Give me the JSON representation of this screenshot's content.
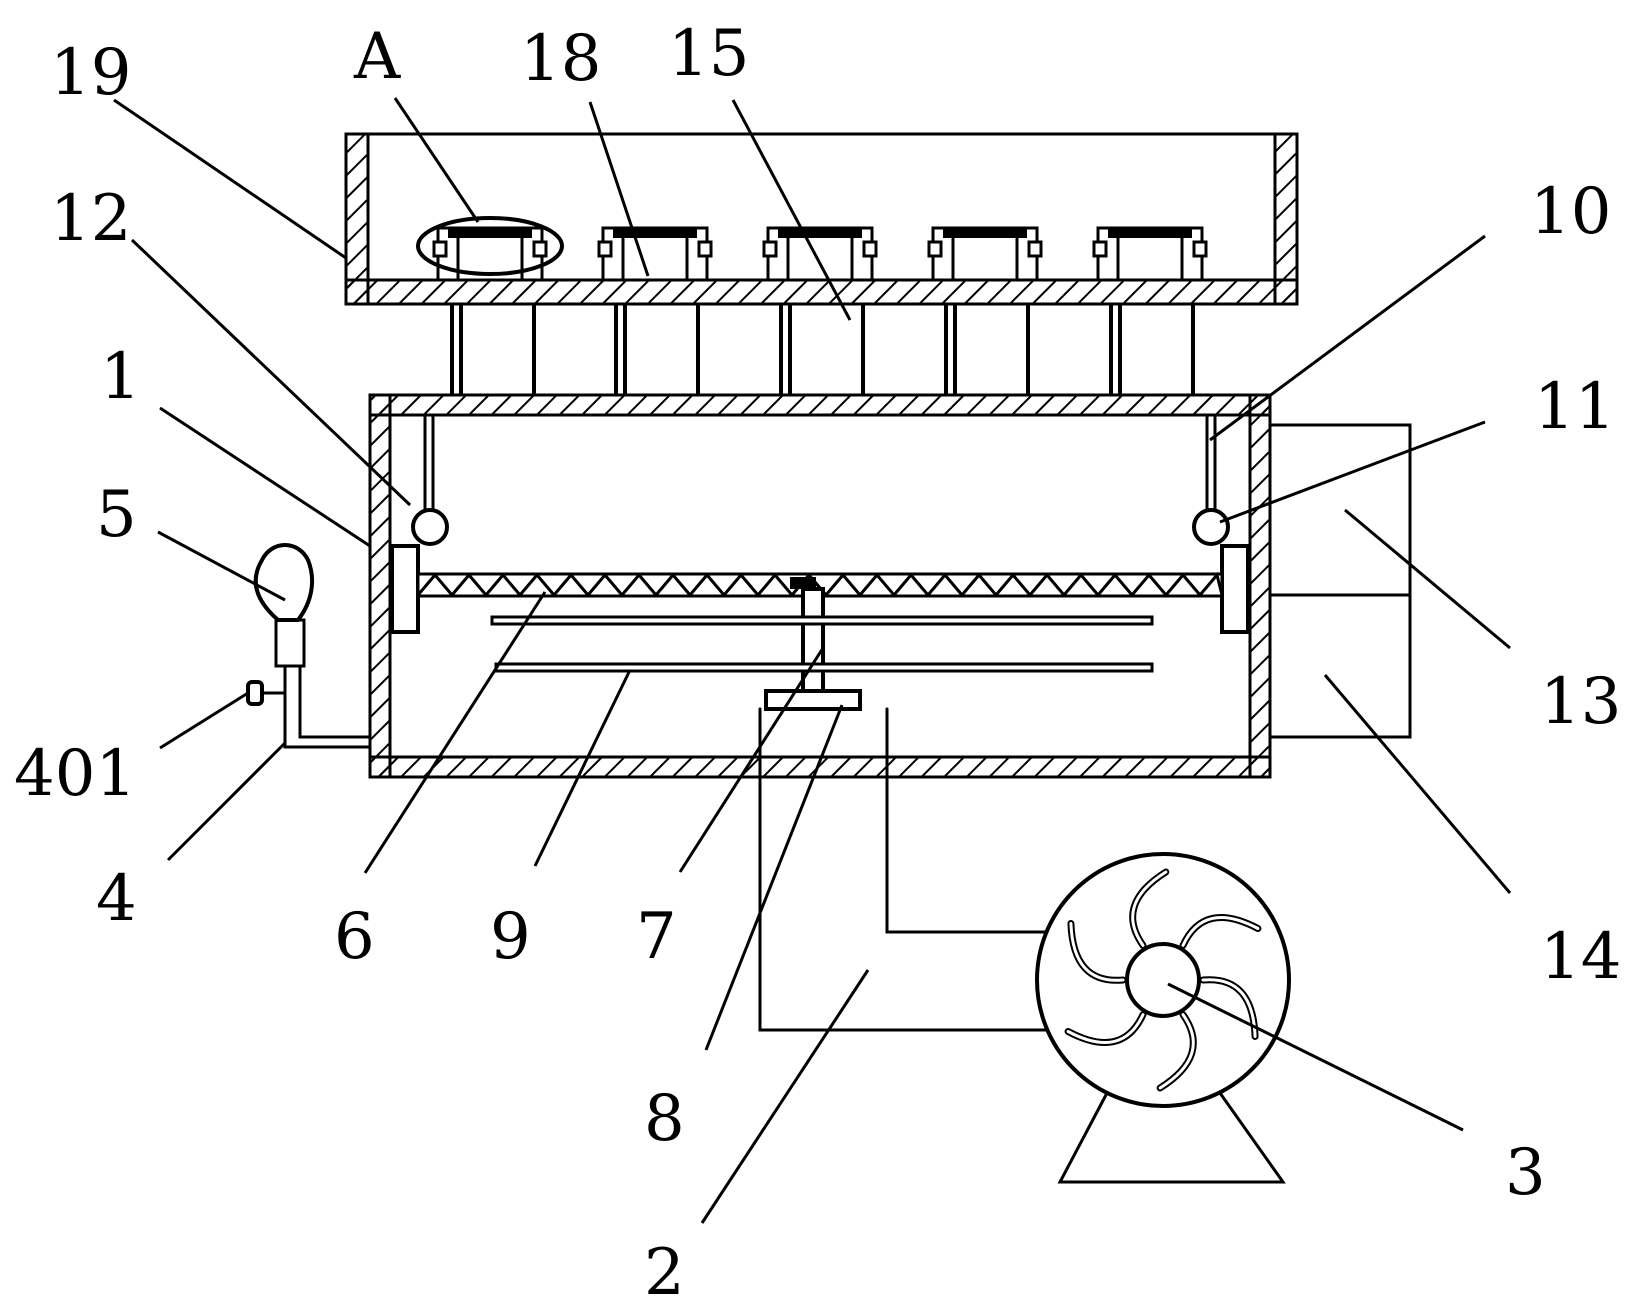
{
  "labels": {
    "l19": "19",
    "lA": "A",
    "l18": "18",
    "l15": "15",
    "l10": "10",
    "l12": "12",
    "l1": "1",
    "l11": "11",
    "l5": "5",
    "l13": "13",
    "l401": "401",
    "l14": "14",
    "l4": "4",
    "l6": "6",
    "l9": "9",
    "l7": "7",
    "l8": "8",
    "l3": "3",
    "l2": "2"
  },
  "colors": {
    "ink": "#000000",
    "paper": "#ffffff"
  }
}
